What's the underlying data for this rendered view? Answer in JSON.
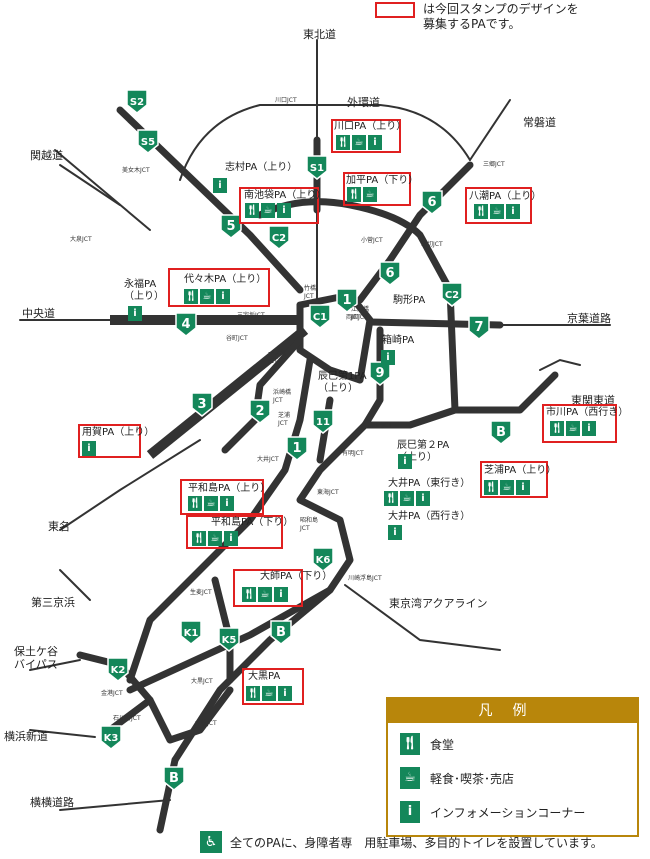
{
  "header_note": {
    "line1": "は今回スタンプのデザインを",
    "line2": "募集するPAです。"
  },
  "directions": {
    "tohoku": "東北道",
    "gaikan": "外環道",
    "joban": "常磐道",
    "kanetsu": "関越道",
    "chuo": "中央道",
    "keiyo": "京葉道路",
    "higashikanto": "東関東道",
    "tomei": "東名",
    "daisan_keihin": "第三京浜",
    "hodogaya": "保土ケ谷\nバイパス",
    "yokohama_shindo": "横浜新道",
    "yokoyoko": "横横道路",
    "aqualine": "東京湾アクアライン"
  },
  "jcts": {
    "kawaguchi": "川口JCT",
    "bijogi": "美女木JCT",
    "oizumi": "大泉JCT",
    "misato": "三郷JCT",
    "kosuge": "小菅JCT",
    "horikiri": "堀切JCT",
    "takebashi": "竹橋\nJCT",
    "edobashi": "江戸橋\nJCT",
    "ryogoku": "両国JCT",
    "miyakezaka": "三宅坂JCT",
    "tanimachi": "谷町JCT",
    "ichinohashi": "一ノ橋\nJCT",
    "hamazakibashi": "浜崎橋\nJCT",
    "shibaura": "芝浦\nJCT",
    "tatsumi": "辰巳JCT",
    "kasai": "葛西JCT",
    "ariake": "有明JCT",
    "oi": "大井JCT",
    "tokai": "東海JCT",
    "showajima": "昭和島\nJCT",
    "kawasaki_ukishima": "川崎浮島JCT",
    "namamugi": "生麦JCT",
    "daikoku": "大黒JCT",
    "kanagawa_shinmachi": "金港JCT",
    "ishikawacho": "石川町JCT",
    "honmoku": "本牧JCT"
  },
  "routes": [
    "S2",
    "S5",
    "S1",
    "C2",
    "C2",
    "5",
    "6",
    "6",
    "C2",
    "1",
    "C1",
    "4",
    "7",
    "9",
    "3",
    "2",
    "11",
    "1",
    "K6",
    "K1",
    "K5",
    "K2",
    "K3",
    "B",
    "B",
    "B"
  ],
  "pas": [
    {
      "name": "川口PA（上り）",
      "icons": [
        "fork",
        "cup",
        "info"
      ]
    },
    {
      "name": "志村PA（上り）",
      "icons": [
        "info"
      ]
    },
    {
      "name": "南池袋PA（上り）",
      "icons": [
        "fork",
        "cup",
        "info"
      ]
    },
    {
      "name": "加平PA（下り）",
      "icons": [
        "fork",
        "cup"
      ]
    },
    {
      "name": "八潮PA（上り）",
      "icons": [
        "fork",
        "cup",
        "info"
      ]
    },
    {
      "name": "駒形PA",
      "icons": []
    },
    {
      "name": "永福PA\n（上り）",
      "icons": [
        "info"
      ]
    },
    {
      "name": "代々木PA（上り）",
      "icons": [
        "fork",
        "cup",
        "info"
      ]
    },
    {
      "name": "箱崎PA",
      "icons": [
        "info"
      ]
    },
    {
      "name": "辰巳第1PA\n（上り）",
      "icons": []
    },
    {
      "name": "市川PA（西行き）",
      "icons": [
        "fork",
        "cup",
        "info"
      ]
    },
    {
      "name": "用賀PA（上り）",
      "icons": [
        "info"
      ]
    },
    {
      "name": "辰巳第２PA\n（上り）",
      "icons": [
        "info"
      ]
    },
    {
      "name": "芝浦PA（上り）",
      "icons": [
        "fork",
        "cup",
        "info"
      ]
    },
    {
      "name": "大井PA（東行き）",
      "icons": [
        "fork",
        "cup",
        "info"
      ]
    },
    {
      "name": "平和島PA（上り）",
      "icons": [
        "fork",
        "cup",
        "info"
      ]
    },
    {
      "name": "大井PA（西行き）",
      "icons": [
        "info"
      ]
    },
    {
      "name": "平和島PA（下り）",
      "icons": [
        "fork",
        "cup",
        "info"
      ]
    },
    {
      "name": "大師PA（下り）",
      "icons": [
        "fork",
        "cup",
        "info"
      ]
    },
    {
      "name": "大黒PA",
      "icons": [
        "fork",
        "cup",
        "info"
      ]
    }
  ],
  "legend": {
    "title": "凡例",
    "restaurant": "食堂",
    "snack": "軽食･喫茶･売店",
    "info": "インフォメーションコーナー"
  },
  "footer_note": "全てのPAに、身障者専　用駐車場、多目的トイレを設置しています。",
  "colors": {
    "shield": "#14875a",
    "highlight": "#e02020",
    "legend": "#b8860b",
    "road": "#333333"
  }
}
